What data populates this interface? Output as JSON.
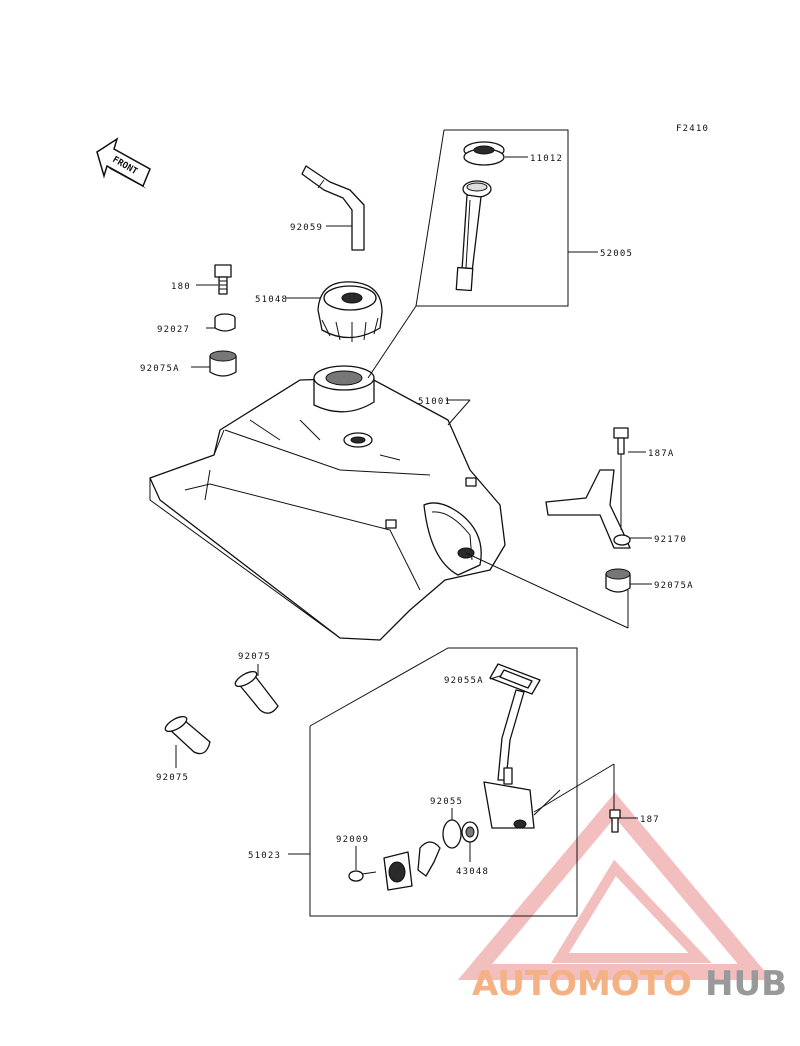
{
  "figure_code": "F2410",
  "front_arrow": "FRONT",
  "parts": [
    {
      "id": "p-11012",
      "label": "11012"
    },
    {
      "id": "p-52005",
      "label": "52005"
    },
    {
      "id": "p-92059",
      "label": "92059"
    },
    {
      "id": "p-180",
      "label": "180"
    },
    {
      "id": "p-51048",
      "label": "51048"
    },
    {
      "id": "p-92027",
      "label": "92027"
    },
    {
      "id": "p-92075A-top",
      "label": "92075A"
    },
    {
      "id": "p-51001",
      "label": "51001"
    },
    {
      "id": "p-187A",
      "label": "187A"
    },
    {
      "id": "p-92170",
      "label": "92170"
    },
    {
      "id": "p-92075A-right",
      "label": "92075A"
    },
    {
      "id": "p-92075-upper",
      "label": "92075"
    },
    {
      "id": "p-92075-lower",
      "label": "92075"
    },
    {
      "id": "p-92055A",
      "label": "92055A"
    },
    {
      "id": "p-92055",
      "label": "92055"
    },
    {
      "id": "p-187",
      "label": "187"
    },
    {
      "id": "p-51023",
      "label": "51023"
    },
    {
      "id": "p-92009",
      "label": "92009"
    },
    {
      "id": "p-43048",
      "label": "43048"
    }
  ],
  "watermark": {
    "part1": "AUTOMOTO",
    "part2": "HUB",
    "color1": "#f4b183",
    "color2": "#999999",
    "triangle_color": "#e88a8a"
  }
}
